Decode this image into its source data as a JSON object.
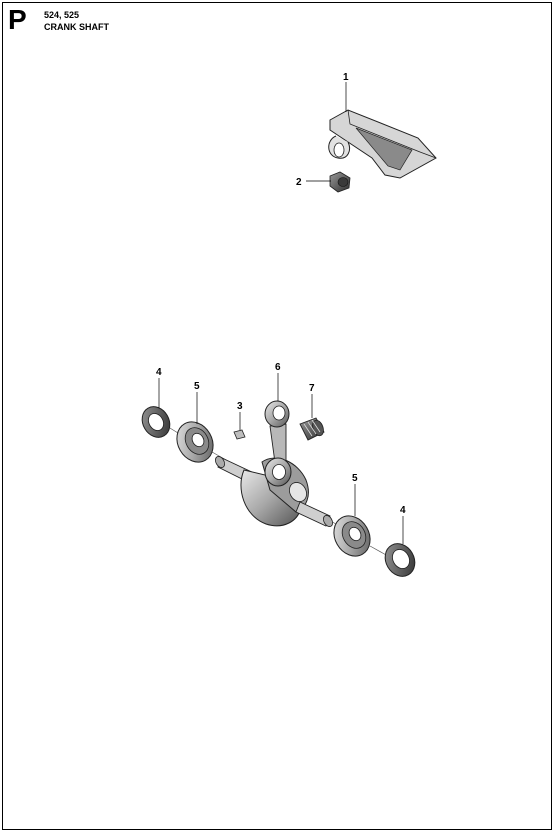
{
  "header": {
    "section_letter": "P",
    "models": "524, 525",
    "title": "CRANK SHAFT"
  },
  "callouts": {
    "c1": "1",
    "c2": "2",
    "c3": "3",
    "c4a": "4",
    "c5a": "5",
    "c6": "6",
    "c7": "7",
    "c5b": "5",
    "c4b": "4"
  }
}
